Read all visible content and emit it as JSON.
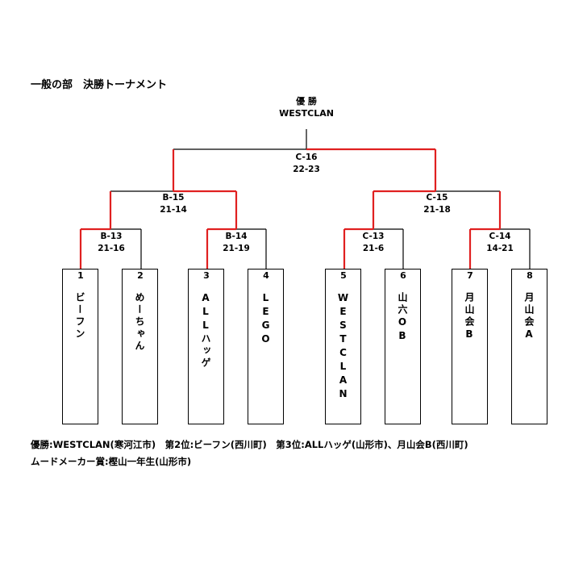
{
  "title": "一般の部　決勝トーナメント",
  "winner": {
    "label": "優 勝",
    "name": "WESTCLAN"
  },
  "matches": {
    "C16": {
      "id": "C-16",
      "score": "22-23"
    },
    "B15": {
      "id": "B-15",
      "score": "21-14"
    },
    "C15": {
      "id": "C-15",
      "score": "21-18"
    },
    "B13": {
      "id": "B-13",
      "score": "21-16"
    },
    "B14": {
      "id": "B-14",
      "score": "21-19"
    },
    "C13": {
      "id": "C-13",
      "score": "21-6"
    },
    "C14": {
      "id": "C-14",
      "score": "14-21"
    }
  },
  "teams": [
    {
      "seed": "1",
      "name": "ビーフン"
    },
    {
      "seed": "2",
      "name": "めーちゃん"
    },
    {
      "seed": "3",
      "name": "ALLハッゲ"
    },
    {
      "seed": "4",
      "name": "LEGO"
    },
    {
      "seed": "5",
      "name": "WESTCLAN"
    },
    {
      "seed": "6",
      "name": "山六OB"
    },
    {
      "seed": "7",
      "name": "月山会B"
    },
    {
      "seed": "8",
      "name": "月山会A"
    }
  ],
  "results": {
    "line1": "優勝:WESTCLAN(寒河江市)　第2位:ビーフン(西川町)　第3位:ALLハッゲ(山形市)、月山会B(西川町)",
    "line2": "ムードメーカー賞:樫山一年生(山形市)"
  },
  "colors": {
    "winner_path": "#e02020",
    "bracket": "#000000"
  }
}
